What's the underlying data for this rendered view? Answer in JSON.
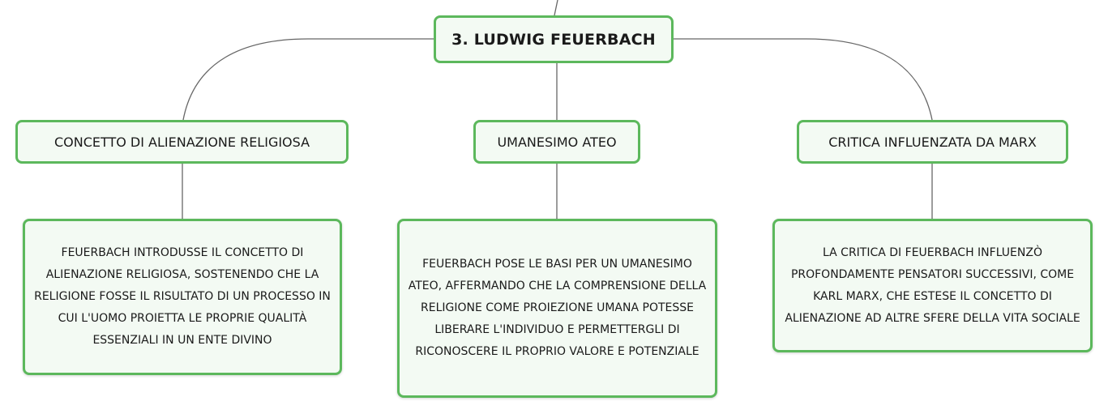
{
  "root": {
    "label": "3. LUDWIG FEUERBACH"
  },
  "topics": [
    {
      "label": "CONCETTO DI ALIENAZIONE RELIGIOSA",
      "detail": "FEUERBACH INTRODUSSE IL CONCETTO DI ALIENAZIONE RELIGIOSA, SOSTENENDO CHE LA RELIGIONE FOSSE IL RISULTATO DI UN PROCESSO IN CUI L'UOMO PROIETTA LE PROPRIE QUALITÀ ESSENZIALI IN UN ENTE DIVINO"
    },
    {
      "label": "UMANESIMO ATEO",
      "detail": "FEUERBACH POSE LE BASI PER UN UMANESIMO ATEO, AFFERMANDO CHE LA COMPRENSIONE DELLA RELIGIONE COME PROIEZIONE UMANA POTESSE LIBERARE L'INDIVIDUO E PERMETTERGLI DI RICONOSCERE IL PROPRIO VALORE E POTENZIALE"
    },
    {
      "label": "CRITICA INFLUENZATA DA MARX",
      "detail": "LA CRITICA DI FEUERBACH INFLUENZÒ PROFONDAMENTE PENSATORI SUCCESSIVI, COME KARL MARX, CHE ESTESE IL CONCETTO DI ALIENAZIONE AD ALTRE SFERE DELLA VITA SOCIALE"
    }
  ],
  "colors": {
    "node_border": "#5cb85c",
    "node_fill": "#f3faf3",
    "connector": "#666666"
  }
}
